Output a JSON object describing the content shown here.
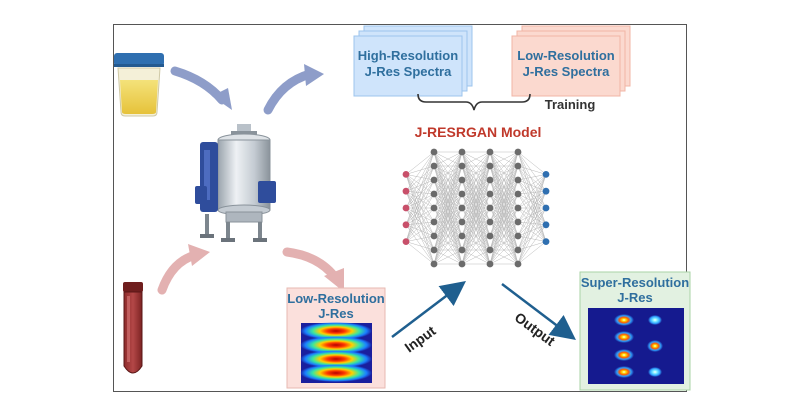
{
  "diagram": {
    "spectra_high": {
      "line1": "High-Resolution",
      "line2": "J-Res Spectra"
    },
    "spectra_low": {
      "line1": "Low-Resolution",
      "line2": "J-Res Spectra"
    },
    "training_label": "Training",
    "model_title": "J-RESRGAN Model",
    "input_panel": {
      "line1": "Low-Resolution",
      "line2": "J-Res"
    },
    "output_panel": {
      "line1": "Super-Resolution",
      "line2": "J-Res"
    },
    "input_arrow_label": "Input",
    "output_arrow_label": "Output",
    "network": {
      "layers": [
        5,
        9,
        9,
        9,
        9,
        5
      ]
    },
    "colors": {
      "high_box_fill": "#cfe4fb",
      "high_box_stroke": "#9cc4ee",
      "high_text": "#2f6f9e",
      "low_box_fill": "#fbd9cf",
      "low_box_stroke": "#f0b5a5",
      "low_text": "#2f6f9e",
      "model_title": "#c0392b",
      "input_node": "#c8506a",
      "hidden_node": "#6b6b6b",
      "output_node": "#2f6fb0",
      "arrow_blue": "#1f5f8f",
      "urine_arrow": "#8e9dc9",
      "blood_arrow": "#e3b1b1",
      "input_panel_fill": "#fbe0dc",
      "output_panel_fill": "#e2f1e1"
    }
  }
}
